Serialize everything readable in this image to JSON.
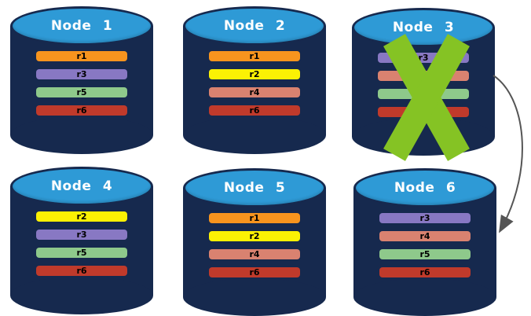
{
  "nodes": [
    {
      "name": "Node 1",
      "status": "active",
      "rows": [
        {
          "label": "r1",
          "color": "#F7941E"
        },
        {
          "label": "r3",
          "color": "#8878C3"
        },
        {
          "label": "r5",
          "color": "#8EC98B"
        },
        {
          "label": "r6",
          "color": "#C03A2B"
        }
      ]
    },
    {
      "name": "Node 2",
      "status": "active",
      "rows": [
        {
          "label": "r1",
          "color": "#F7941E"
        },
        {
          "label": "r2",
          "color": "#FBF104"
        },
        {
          "label": "r4",
          "color": "#D98270"
        },
        {
          "label": "r6",
          "color": "#C03A2B"
        }
      ]
    },
    {
      "name": "Node 3",
      "status": "failed",
      "rows": [
        {
          "label": "r3",
          "color": "#8878C3"
        },
        {
          "label": "",
          "color": "#D98270"
        },
        {
          "label": "",
          "color": "#8EC98B"
        },
        {
          "label": "",
          "color": "#C03A2B"
        }
      ]
    },
    {
      "name": "Node 4",
      "status": "active",
      "rows": [
        {
          "label": "r2",
          "color": "#FBF104"
        },
        {
          "label": "r3",
          "color": "#8878C3"
        },
        {
          "label": "r5",
          "color": "#8EC98B"
        },
        {
          "label": "r6",
          "color": "#C03A2B"
        }
      ]
    },
    {
      "name": "Node 5",
      "status": "active",
      "rows": [
        {
          "label": "r1",
          "color": "#F7941E"
        },
        {
          "label": "r2",
          "color": "#FBF104"
        },
        {
          "label": "r4",
          "color": "#D98270"
        },
        {
          "label": "r6",
          "color": "#C03A2B"
        }
      ]
    },
    {
      "name": "Node 6",
      "status": "active",
      "rows": [
        {
          "label": "r3",
          "color": "#8878C3"
        },
        {
          "label": "r4",
          "color": "#D98270"
        },
        {
          "label": "r5",
          "color": "#8EC98B"
        },
        {
          "label": "r6",
          "color": "#C03A2B"
        }
      ]
    }
  ],
  "colors": {
    "cylinder_body": "#16294E",
    "cylinder_top": "#2E9AD6",
    "node_title": "#FFFFFF",
    "failure_cross": "#85C324",
    "arrow": "#555555"
  }
}
